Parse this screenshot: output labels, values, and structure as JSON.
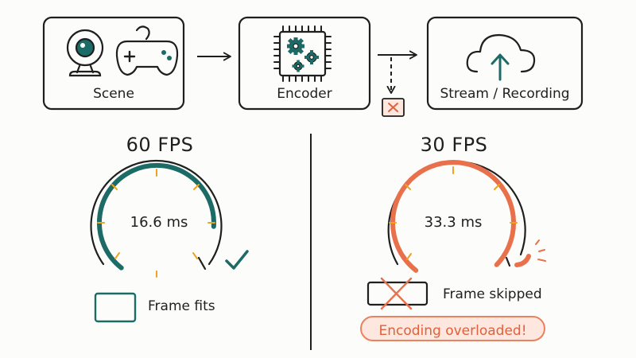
{
  "pipeline": {
    "scene_label": "Scene",
    "encoder_label": "Encoder",
    "output_label": "Stream / Recording"
  },
  "fps60": {
    "title": "60 FPS",
    "frame_time": "16.6 ms",
    "legend": "Frame fits",
    "budget_fraction": 0.83
  },
  "fps30": {
    "title": "30 FPS",
    "frame_time": "33.3 ms",
    "legend": "Frame skipped",
    "warning": "Encoding overloaded!",
    "budget_fraction": 1.0
  },
  "colors": {
    "ok": "#1d6b66",
    "overload": "#e8704a",
    "tick": "#efa21e",
    "ink": "#1f1f1f"
  },
  "icons": {
    "scene": [
      "webcam-icon",
      "gamepad-icon"
    ],
    "encoder": "cpu-gears-icon",
    "output": "cloud-upload-icon",
    "dropped": "x-mark-icon",
    "success": "check-icon"
  }
}
